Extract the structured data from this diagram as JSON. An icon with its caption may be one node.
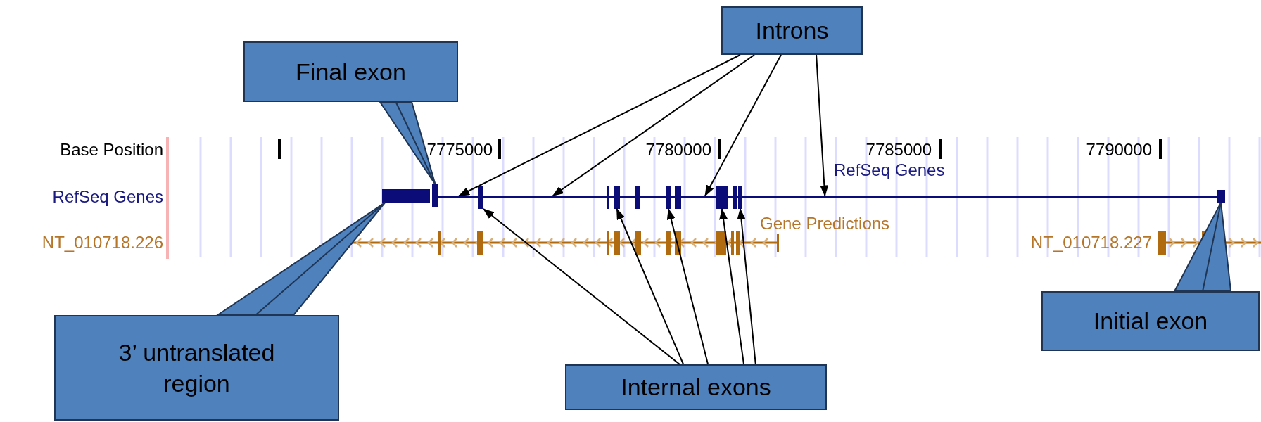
{
  "diagram": {
    "nodes": [
      {
        "text": [
          "Introns"
        ]
      },
      {
        "text": [
          "Final exon"
        ]
      },
      {
        "text": [
          "Initial exon"
        ]
      },
      {
        "text": [
          "3’ untranslated region"
        ]
      },
      {
        "text": [
          "Internal exons"
        ]
      },
      {
        "text": [],
        "shape": "bar"
      },
      {
        "text": [],
        "shape": "bar"
      },
      {
        "text": [],
        "shape": "line"
      },
      {
        "text": [],
        "shape": "bar"
      },
      {
        "text": [],
        "shape": "line"
      },
      {
        "text": [],
        "shape": "bar"
      },
      {
        "text": [],
        "shape": "bar"
      },
      {
        "text": [],
        "shape": "line"
      },
      {
        "text": [],
        "shape": "bar"
      },
      {
        "text": [],
        "shape": "bar"
      },
      {
        "text": [],
        "shape": "line"
      },
      {
        "text": [],
        "shape": "bar"
      }
    ],
    "edges": [
      {
        "from": 0,
        "to": 7,
        "arrow": "to"
      },
      {
        "from": 0,
        "to": 9,
        "arrow": "to"
      },
      {
        "from": 0,
        "to": 12,
        "arrow": "to"
      },
      {
        "from": 0,
        "to": 15,
        "arrow": "to"
      },
      {
        "from": 1,
        "to": 6,
        "arrow": "none"
      },
      {
        "from": 2,
        "to": 16,
        "arrow": "none"
      },
      {
        "from": 3,
        "to": 5,
        "arrow": "none"
      },
      {
        "from": 4,
        "to": 8,
        "arrow": "to"
      },
      {
        "from": 4,
        "to": 10,
        "arrow": "to"
      },
      {
        "from": 4,
        "to": 11,
        "arrow": "to"
      },
      {
        "from": 4,
        "to": 13,
        "arrow": "to"
      },
      {
        "from": 4,
        "to": 14,
        "arrow": "to"
      }
    ],
    "labels": [
      "Base Position",
      "7775000",
      "7780000",
      "7785000",
      "7790000",
      "RefSeq Genes",
      "RefSeq Genes",
      "Gene Predictions",
      "NT_010718.226",
      "NT_010718.227"
    ]
  }
}
